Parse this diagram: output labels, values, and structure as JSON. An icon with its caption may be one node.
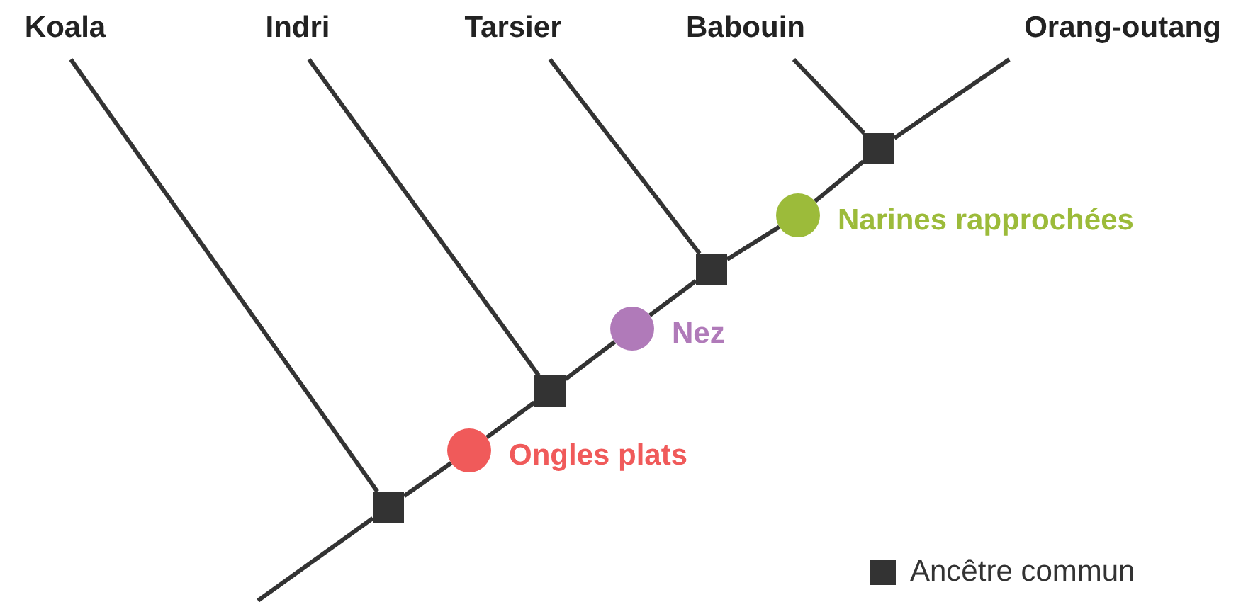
{
  "diagram": {
    "nodes": [
      {
        "text": [
          "Koala"
        ]
      },
      {
        "text": [
          "Indri"
        ]
      },
      {
        "text": [
          "Tarsier"
        ]
      },
      {
        "text": [
          "Babouin"
        ]
      },
      {
        "text": [
          "Orang-outang"
        ]
      },
      {
        "text": [],
        "shape": "box"
      },
      {
        "text": [],
        "shape": "circle",
        "beside": [
          "Ongles plats"
        ]
      },
      {
        "text": [],
        "shape": "box"
      },
      {
        "text": [],
        "shape": "circle",
        "beside": [
          "Nez"
        ]
      },
      {
        "text": [],
        "shape": "box"
      },
      {
        "text": [],
        "shape": "circle",
        "beside": [
          "Narines rapprochées"
        ]
      },
      {
        "text": [],
        "shape": "box"
      }
    ],
    "edges": [
      {
        "from": null,
        "to": 5,
        "arrow": "none"
      },
      {
        "from": 5,
        "to": 0,
        "arrow": "none"
      },
      {
        "from": 5,
        "to": 6,
        "arrow": "none"
      },
      {
        "from": 6,
        "to": 7,
        "arrow": "none"
      },
      {
        "from": 7,
        "to": 1,
        "arrow": "none"
      },
      {
        "from": 7,
        "to": 8,
        "arrow": "none"
      },
      {
        "from": 8,
        "to": 9,
        "arrow": "none"
      },
      {
        "from": 9,
        "to": 2,
        "arrow": "none"
      },
      {
        "from": 9,
        "to": 10,
        "arrow": "none"
      },
      {
        "from": 10,
        "to": 11,
        "arrow": "none"
      },
      {
        "from": 11,
        "to": 3,
        "arrow": "none"
      },
      {
        "from": 11,
        "to": 4,
        "arrow": "none"
      }
    ],
    "legend": [
      {
        "text": "Ancêtre commun"
      }
    ]
  }
}
